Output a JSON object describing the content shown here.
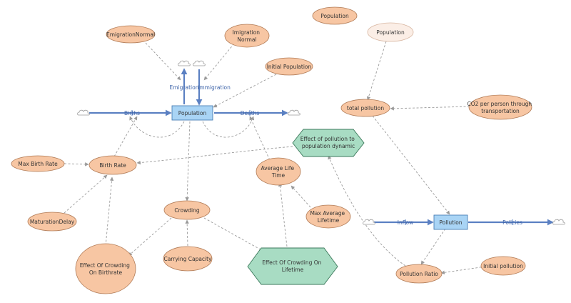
{
  "stocks": [
    {
      "id": "population",
      "label": "Population"
    },
    {
      "id": "pollution",
      "label": "Pollution"
    }
  ],
  "flows": [
    {
      "id": "births",
      "label": "Births"
    },
    {
      "id": "deaths",
      "label": "Deaths"
    },
    {
      "id": "emigration",
      "label": "Emigration"
    },
    {
      "id": "immigration",
      "label": "Immigration"
    },
    {
      "id": "inflow",
      "label": "Inflow"
    },
    {
      "id": "policies",
      "label": "Policies"
    }
  ],
  "variables": [
    {
      "id": "emigration-normal",
      "lines": [
        "EmigrationNormal"
      ]
    },
    {
      "id": "imigration-normal",
      "lines": [
        "Imigration",
        "Normal"
      ]
    },
    {
      "id": "initial-population",
      "lines": [
        "Initial Population"
      ]
    },
    {
      "id": "population-label",
      "lines": [
        "Population"
      ]
    },
    {
      "id": "population-ghost",
      "lines": [
        "Population"
      ]
    },
    {
      "id": "total-pollution",
      "lines": [
        "total pollution"
      ]
    },
    {
      "id": "co2",
      "lines": [
        "CO2 per person through",
        "transportation"
      ]
    },
    {
      "id": "max-birth-rate",
      "lines": [
        "Max Birth Rate"
      ]
    },
    {
      "id": "birth-rate",
      "lines": [
        "Birth Rate"
      ]
    },
    {
      "id": "average-life-time",
      "lines": [
        "Average Life",
        "Time"
      ]
    },
    {
      "id": "crowding",
      "lines": [
        "Crowding"
      ]
    },
    {
      "id": "maturation-delay",
      "lines": [
        "MaturationDelay"
      ]
    },
    {
      "id": "max-average-lifetime",
      "lines": [
        "Max Average",
        "Lifetime"
      ]
    },
    {
      "id": "carrying-capacity",
      "lines": [
        "Carrying Capacity"
      ]
    },
    {
      "id": "effect-crowding-birthrate",
      "lines": [
        "Effect Of Crowding",
        "On Birthrate"
      ]
    },
    {
      "id": "pollution-ratio",
      "lines": [
        "Pollution Ratio"
      ]
    },
    {
      "id": "initial-pollution",
      "lines": [
        "Initial pollution"
      ]
    }
  ],
  "converters": [
    {
      "id": "effect-pollution",
      "lines": [
        "Effect of pollution to",
        "population dynamic"
      ]
    },
    {
      "id": "effect-crowding-lifetime",
      "lines": [
        "Effect Of Crowding On",
        "Lifetime"
      ]
    }
  ],
  "colors": {
    "variable_fill": "#f7c6a3",
    "variable_stroke": "#b07a55",
    "ghost_fill": "#fbeee6",
    "stock_fill": "#a9d4f5",
    "stock_stroke": "#4a7fb5",
    "converter_fill": "#a8dcc3",
    "converter_stroke": "#3d7a5c",
    "flow": "#5b80c2",
    "link": "#9a9a9a",
    "cloud": "#ffffff"
  }
}
